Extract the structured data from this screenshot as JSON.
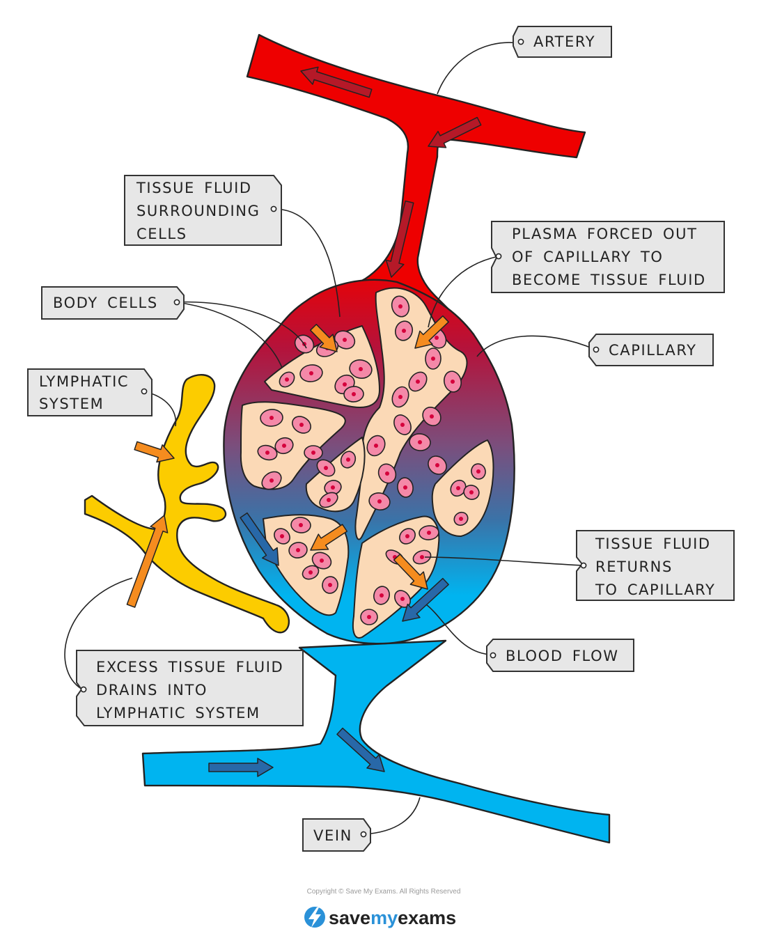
{
  "labels": {
    "artery": "ARTERY",
    "tissue_fluid_surrounding": [
      "TISSUE FLUID",
      "SURROUNDING",
      "CELLS"
    ],
    "plasma_forced_out": [
      "PLASMA FORCED OUT",
      "OF CAPILLARY TO",
      "BECOME TISSUE FLUID"
    ],
    "body_cells": "BODY CELLS",
    "capillary": "CAPILLARY",
    "lymphatic_system": [
      "LYMPHATIC",
      "SYSTEM"
    ],
    "tissue_fluid_returns": [
      "TISSUE FLUID",
      "RETURNS",
      "TO CAPILLARY"
    ],
    "blood_flow": "BLOOD FLOW",
    "excess_tissue_fluid": [
      "EXCESS TISSUE FLUID",
      "DRAINS INTO",
      "LYMPHATIC SYSTEM"
    ],
    "vein": "VEIN"
  },
  "footer": {
    "copyright": "Copyright © Save My Exams. All Rights Reserved",
    "brand_save": "save",
    "brand_my": "my",
    "brand_exams": "exams"
  },
  "colors": {
    "arterial_red": "#ee0000",
    "venous_blue": "#00b4f0",
    "capillary_mid": "#7b4e7c",
    "tissue_fluid": "#fbd9b6",
    "cell_pink": "#f489a8",
    "nucleus": "#d5003c",
    "lymph_yellow": "#fccc00",
    "arrow_orange": "#f58c1f",
    "arrow_dark_red": "#b51928",
    "arrow_dark_blue": "#2868a8",
    "brand_blue": "#2a91d8",
    "brand_dark": "#222222"
  }
}
